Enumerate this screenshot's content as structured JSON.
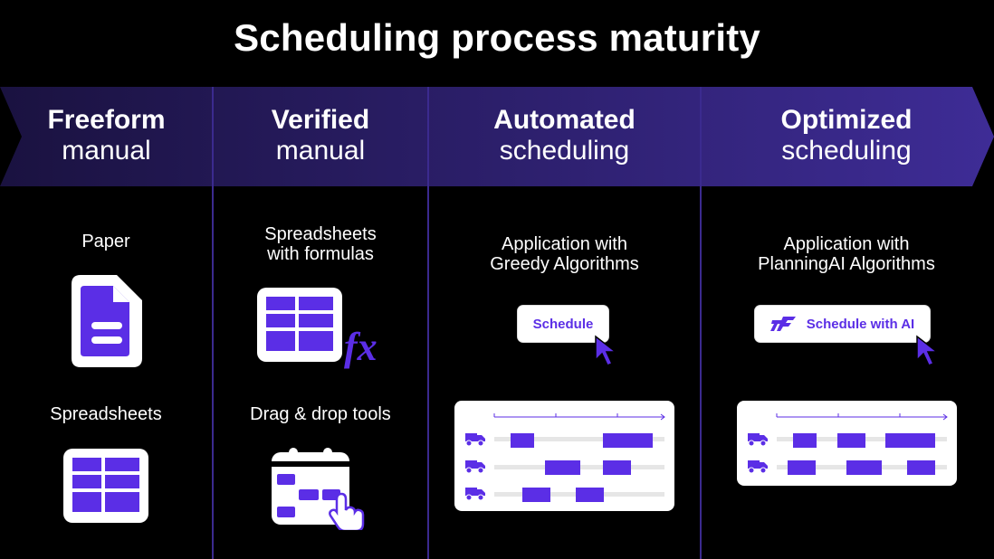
{
  "title": "Scheduling process maturity",
  "columns": [
    {
      "bold": "Freeform",
      "normal": "manual"
    },
    {
      "bold": "Verified",
      "normal": "manual"
    },
    {
      "bold": "Automated",
      "normal": "scheduling"
    },
    {
      "bold": "Optimized",
      "normal": "scheduling"
    }
  ],
  "col1": {
    "item1": "Paper",
    "item2": "Spreadsheets"
  },
  "col2": {
    "item1_line1": "Spreadsheets",
    "item1_line2": "with formulas",
    "item2": "Drag & drop tools"
  },
  "col3": {
    "line1": "Application with",
    "line2": "Greedy Algorithms",
    "button": "Schedule"
  },
  "col4": {
    "line1": "Application with",
    "line2": "PlanningAI Algorithms",
    "button": "Schedule with AI"
  },
  "colors": {
    "accent": "#5b2ee6",
    "banner_dark": "#1a1240",
    "banner_light": "#3a2a8a",
    "divider": "#3b2a8f"
  }
}
